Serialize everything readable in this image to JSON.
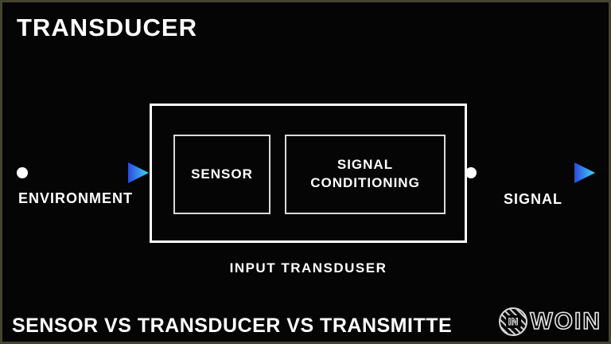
{
  "page": {
    "background": "#050505",
    "frame_color": "#454430"
  },
  "title": "TRANSDUCER",
  "diagram": {
    "outer_box_caption": "INPUT TRANSDUSER",
    "sensor_label": "SENSOR",
    "signal_conditioning_label": "SIGNAL CONDITIONING",
    "input_label": "ENVIRONMENT",
    "output_label": "SIGNAL",
    "arrow_style": {
      "start_dot_color": "#ffffff",
      "line_gradient_start": "#45d2e8",
      "line_gradient_end": "#1c33e6",
      "head_gradient_start": "#2a49e0",
      "head_gradient_end": "#41d9f0"
    }
  },
  "footer": {
    "caption": "SENSOR VS TRANSDUCER VS TRANSMITTE",
    "logo_badge_text": "IN",
    "logo_text": "WOIN"
  }
}
